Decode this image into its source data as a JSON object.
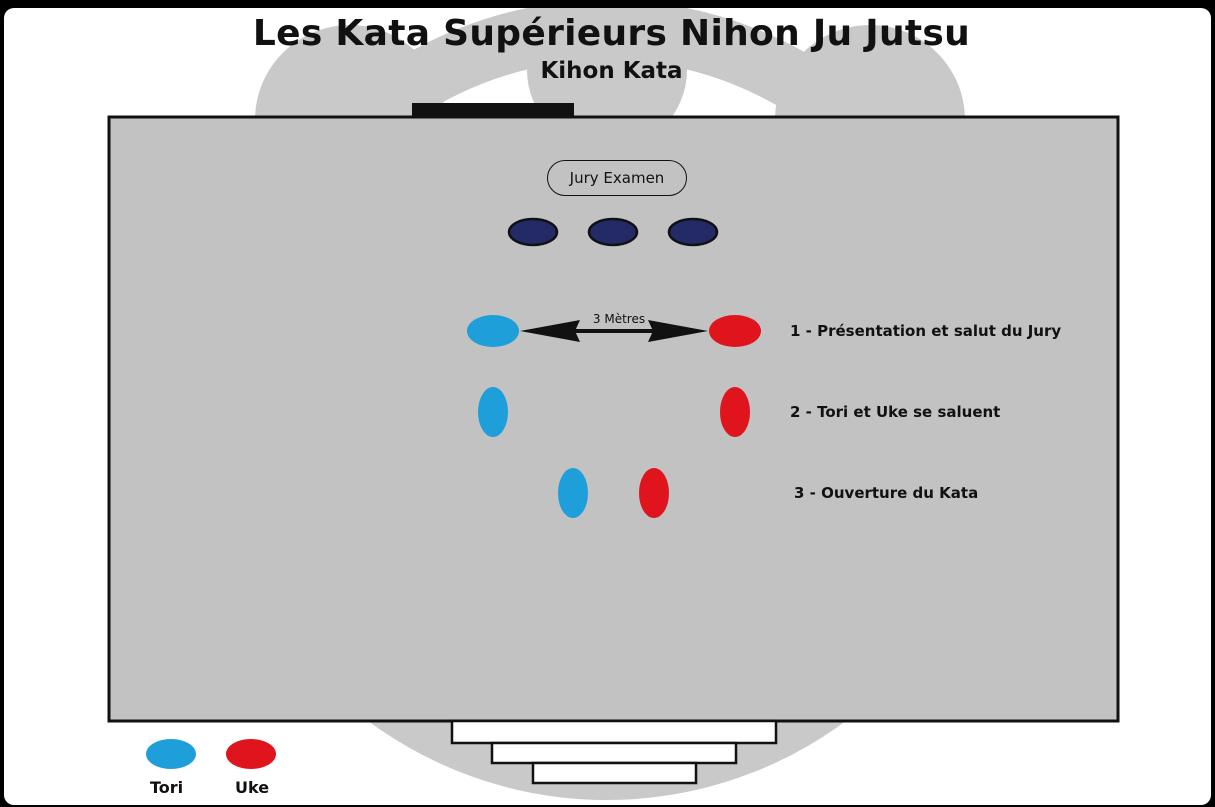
{
  "title": "Les Kata Supérieurs Nihon Ju Jutsu",
  "subtitle": "Kihon Kata",
  "jury_label": "Jury Examen",
  "distance_label": "3 Mètres",
  "steps": [
    "1 - Présentation et salut du Jury",
    "2 - Tori et Uke se saluent",
    "3 - Ouverture du Kata"
  ],
  "legend": {
    "tori": "Tori",
    "uke": "Uke"
  },
  "colors": {
    "tori": "#1e9fd9",
    "uke": "#e0141c",
    "jury": "#232a66",
    "mat": "#c2c2c2",
    "watermark": "#c9c9c9"
  }
}
